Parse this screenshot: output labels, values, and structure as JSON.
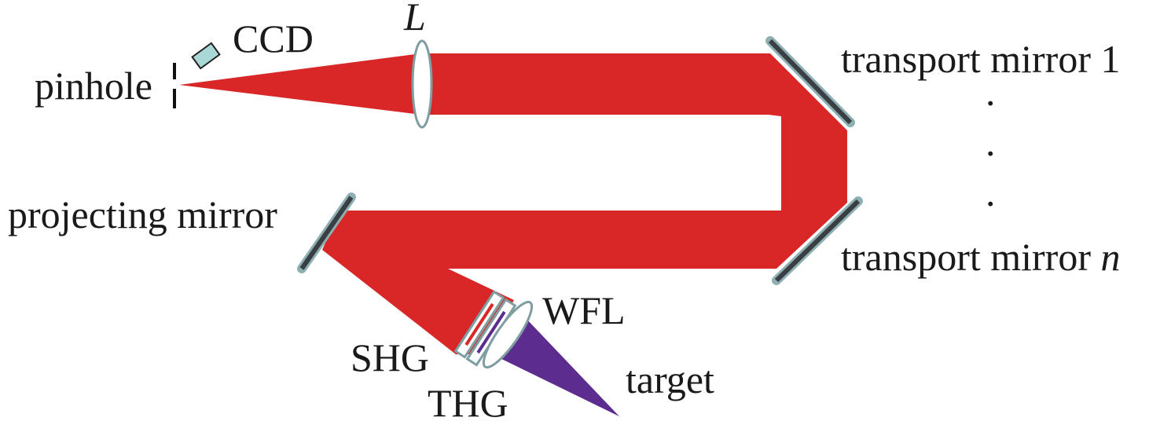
{
  "labels": {
    "ccd": "CCD",
    "lens": "L",
    "pinhole": "pinhole",
    "transport_mirror_1": "transport mirror 1",
    "ellipsis_dot": ".",
    "transport_mirror_n_prefix": "transport mirror ",
    "transport_mirror_n_suffix": "n",
    "projecting_mirror": "projecting mirror",
    "wfl": "WFL",
    "shg": "SHG",
    "thg": "THG",
    "target": "target"
  },
  "colors": {
    "beam_red": "#d92727",
    "beam_violet": "#5c2d8f",
    "mirror_face": "#3a3f44",
    "mirror_edge": "#8fb0b3",
    "ccd_fill": "#a9d8d6",
    "optic_edge": "#7f9ea2"
  }
}
